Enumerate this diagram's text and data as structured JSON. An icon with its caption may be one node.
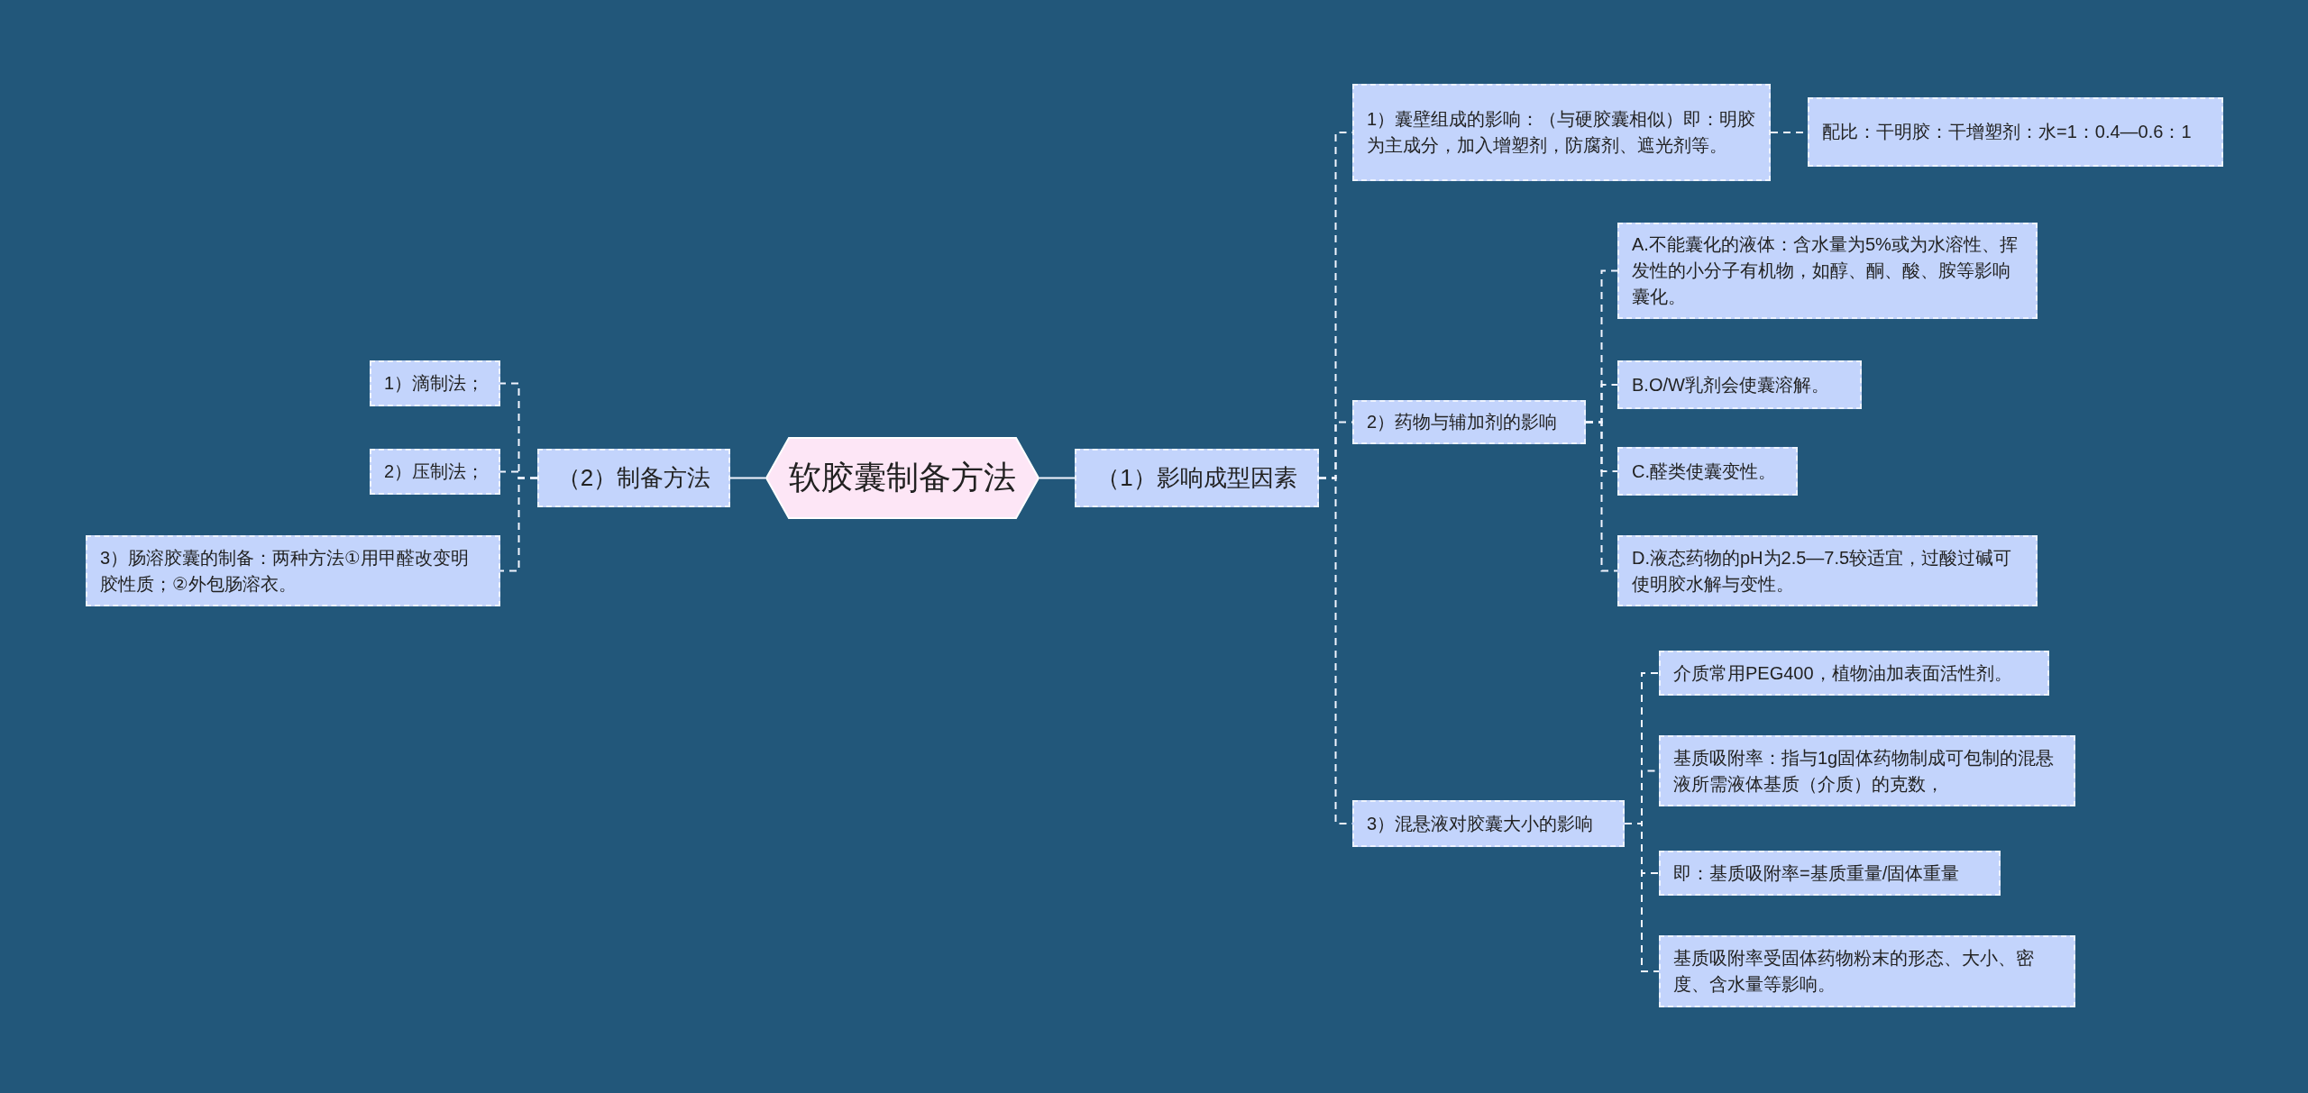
{
  "diagram": {
    "nodes": [
      {
        "text": [
          "软胶囊制备方法"
        ]
      },
      {
        "text": [
          "（1）影响成型因素"
        ]
      },
      {
        "text": [
          "1）囊壁组成的影响：（与硬胶囊相似）即：明胶为主成分，加入增塑剂，防腐剂、遮光剂等。"
        ]
      },
      {
        "text": [
          "配比：干明胶：干增塑剂：水=1：0.4—0.6：1"
        ]
      },
      {
        "text": [
          "2）药物与辅加剂的影响"
        ]
      },
      {
        "text": [
          "A.不能囊化的液体：含水量为5%或为水溶性、挥发性的小分子有机物，如醇、酮、酸、胺等影响囊化。"
        ]
      },
      {
        "text": [
          "B.O/W乳剂会使囊溶解。"
        ]
      },
      {
        "text": [
          "C.醛类使囊变性。"
        ]
      },
      {
        "text": [
          "D.液态药物的pH为2.5—7.5较适宜，过酸过碱可使明胶水解与变性。"
        ]
      },
      {
        "text": [
          "3）混悬液对胶囊大小的影响"
        ]
      },
      {
        "text": [
          "介质常用PEG400，植物油加表面活性剂。"
        ]
      },
      {
        "text": [
          "基质吸附率：指与1g固体药物制成可包制的混悬液所需液体基质（介质）的克数，"
        ]
      },
      {
        "text": [
          "即：基质吸附率=基质重量/固体重量"
        ]
      },
      {
        "text": [
          "基质吸附率受固体药物粉末的形态、大小、密度、含水量等影响。"
        ]
      },
      {
        "text": [
          "（2）制备方法"
        ]
      },
      {
        "text": [
          "1）滴制法；"
        ]
      },
      {
        "text": [
          "2）压制法；"
        ]
      },
      {
        "text": [
          "3）肠溶胶囊的制备：两种方法①用甲醛改变明胶性质；②外包肠溶衣。"
        ]
      }
    ],
    "edges": [
      {
        "from": 0,
        "to": 1,
        "arrow": "none"
      },
      {
        "from": 0,
        "to": 14,
        "arrow": "none"
      },
      {
        "from": 1,
        "to": 2,
        "arrow": "none",
        "style": "dashed"
      },
      {
        "from": 2,
        "to": 3,
        "arrow": "none",
        "style": "dashed"
      },
      {
        "from": 1,
        "to": 4,
        "arrow": "none",
        "style": "dashed"
      },
      {
        "from": 4,
        "to": 5,
        "arrow": "none",
        "style": "dashed"
      },
      {
        "from": 4,
        "to": 6,
        "arrow": "none",
        "style": "dashed"
      },
      {
        "from": 4,
        "to": 7,
        "arrow": "none",
        "style": "dashed"
      },
      {
        "from": 4,
        "to": 8,
        "arrow": "none",
        "style": "dashed"
      },
      {
        "from": 1,
        "to": 9,
        "arrow": "none",
        "style": "dashed"
      },
      {
        "from": 9,
        "to": 10,
        "arrow": "none",
        "style": "dashed"
      },
      {
        "from": 9,
        "to": 11,
        "arrow": "none",
        "style": "dashed"
      },
      {
        "from": 9,
        "to": 12,
        "arrow": "none",
        "style": "dashed"
      },
      {
        "from": 9,
        "to": 13,
        "arrow": "none",
        "style": "dashed"
      },
      {
        "from": 14,
        "to": 15,
        "arrow": "none",
        "style": "dashed"
      },
      {
        "from": 14,
        "to": 16,
        "arrow": "none",
        "style": "dashed"
      },
      {
        "from": 14,
        "to": 17,
        "arrow": "none",
        "style": "dashed"
      }
    ]
  }
}
